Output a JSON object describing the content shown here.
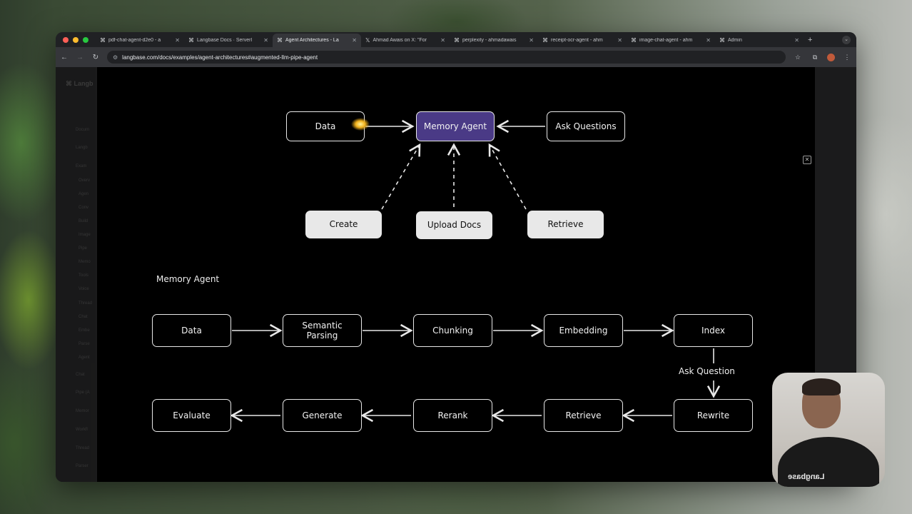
{
  "browser": {
    "tabs": [
      {
        "icon": "⌘",
        "title": "pdf-chat-agent-d2e0 - a"
      },
      {
        "icon": "⌘",
        "title": "Langbase Docs · Serverl"
      },
      {
        "icon": "⌘",
        "title": "Agent Architectures - La"
      },
      {
        "icon": "𝕏",
        "title": "Ahmad Awais on X: \"For"
      },
      {
        "icon": "⌘",
        "title": "perplexity - ahmadawais"
      },
      {
        "icon": "⌘",
        "title": "receipt-ocr-agent - ahm"
      },
      {
        "icon": "⌘",
        "title": "image-chat-agent - ahm"
      },
      {
        "icon": "⌘",
        "title": "Admin"
      }
    ],
    "active_tab": 2,
    "url": "langbase.com/docs/examples/agent-architectures#augmented-llm-pipe-agent"
  },
  "sidebar": {
    "logo": "Langb",
    "items": [
      "Docum",
      "Langb",
      "Exam",
      "Overv",
      "Agen",
      "Conv",
      "Build",
      "Image",
      "Pipe",
      "Memo",
      "Tools",
      "Voice",
      "Thread",
      "Chat",
      "Embe",
      "Parse",
      "Agent",
      "Chat",
      "Pipe (A",
      "Memor",
      "Workfl",
      "Thread",
      "Parser"
    ]
  },
  "diagram_top": {
    "nodes": {
      "data": "Data",
      "memory_agent": "Memory Agent",
      "ask_questions": "Ask Questions",
      "create": "Create",
      "upload_docs": "Upload Docs",
      "retrieve": "Retrieve"
    }
  },
  "diagram_bottom": {
    "title": "Memory Agent",
    "row1": [
      "Data",
      "Semantic\nParsing",
      "Chunking",
      "Embedding",
      "Index"
    ],
    "connector_label": "Ask Question",
    "row2": [
      "Evaluate",
      "Generate",
      "Rerank",
      "Retrieve",
      "Rewrite"
    ]
  },
  "webcam": {
    "shirt_text": "Langbase"
  },
  "colors": {
    "accent_purple": "#4a3a86",
    "canvas": "#000000",
    "node_stroke": "#e8e8e8"
  }
}
